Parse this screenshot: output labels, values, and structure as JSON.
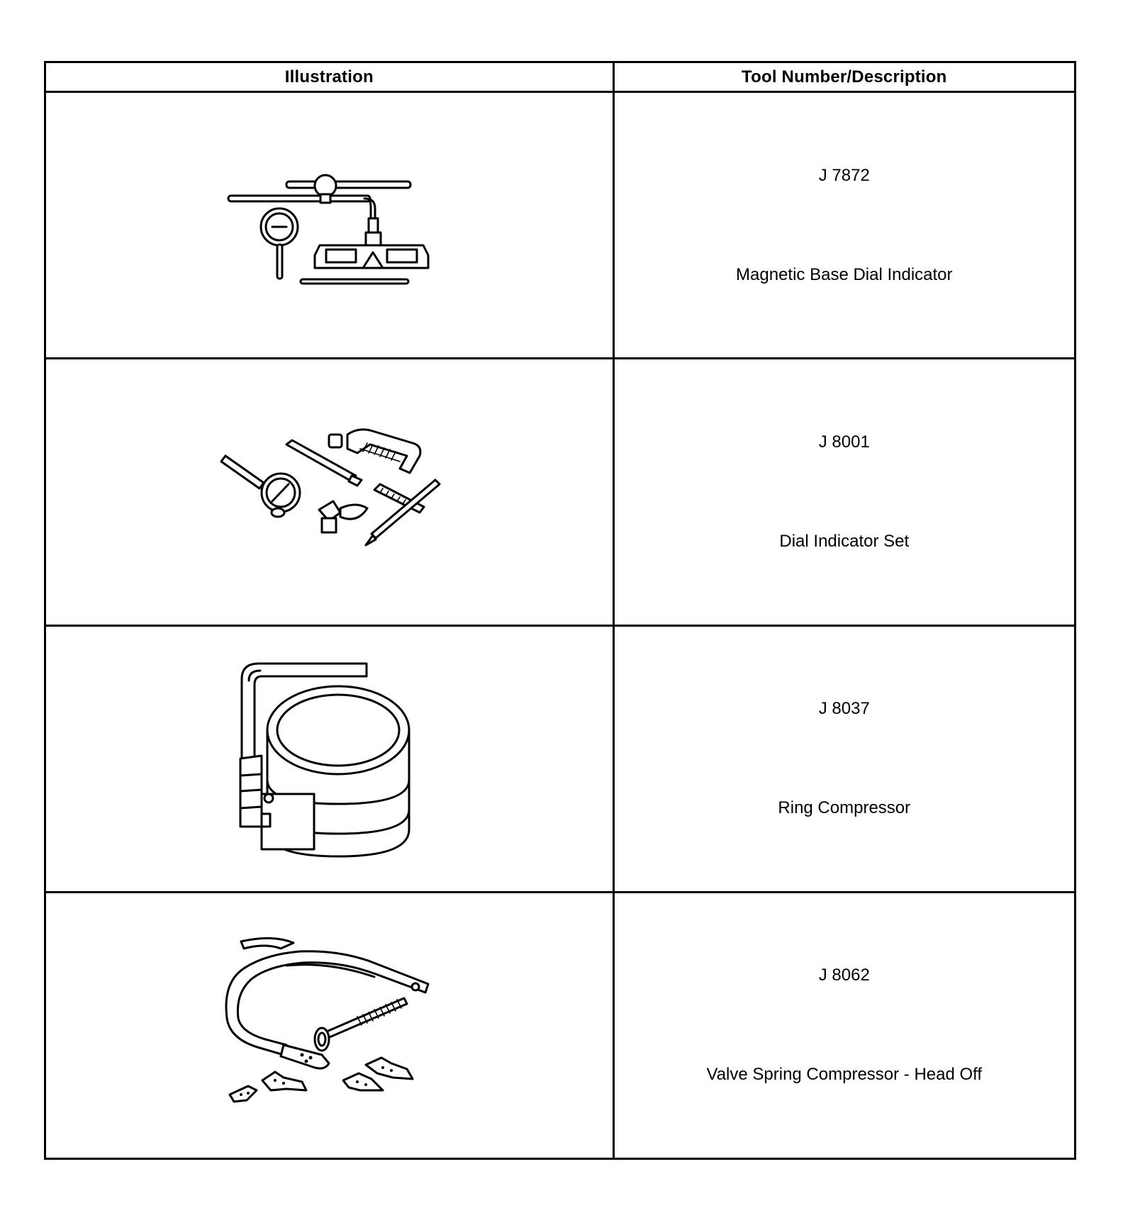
{
  "table": {
    "headers": {
      "illustration": "Illustration",
      "tool": "Tool Number/Description"
    },
    "rows": [
      {
        "number": "J 7872",
        "description": "Magnetic Base Dial Indicator",
        "icon": "magnetic-base-dial-indicator-illustration"
      },
      {
        "number": "J 8001",
        "description": "Dial Indicator Set",
        "icon": "dial-indicator-set-illustration"
      },
      {
        "number": "J 8037",
        "description": "Ring Compressor",
        "icon": "ring-compressor-illustration"
      },
      {
        "number": "J 8062",
        "description": "Valve Spring Compressor - Head Off",
        "icon": "valve-spring-compressor-illustration"
      }
    ]
  }
}
